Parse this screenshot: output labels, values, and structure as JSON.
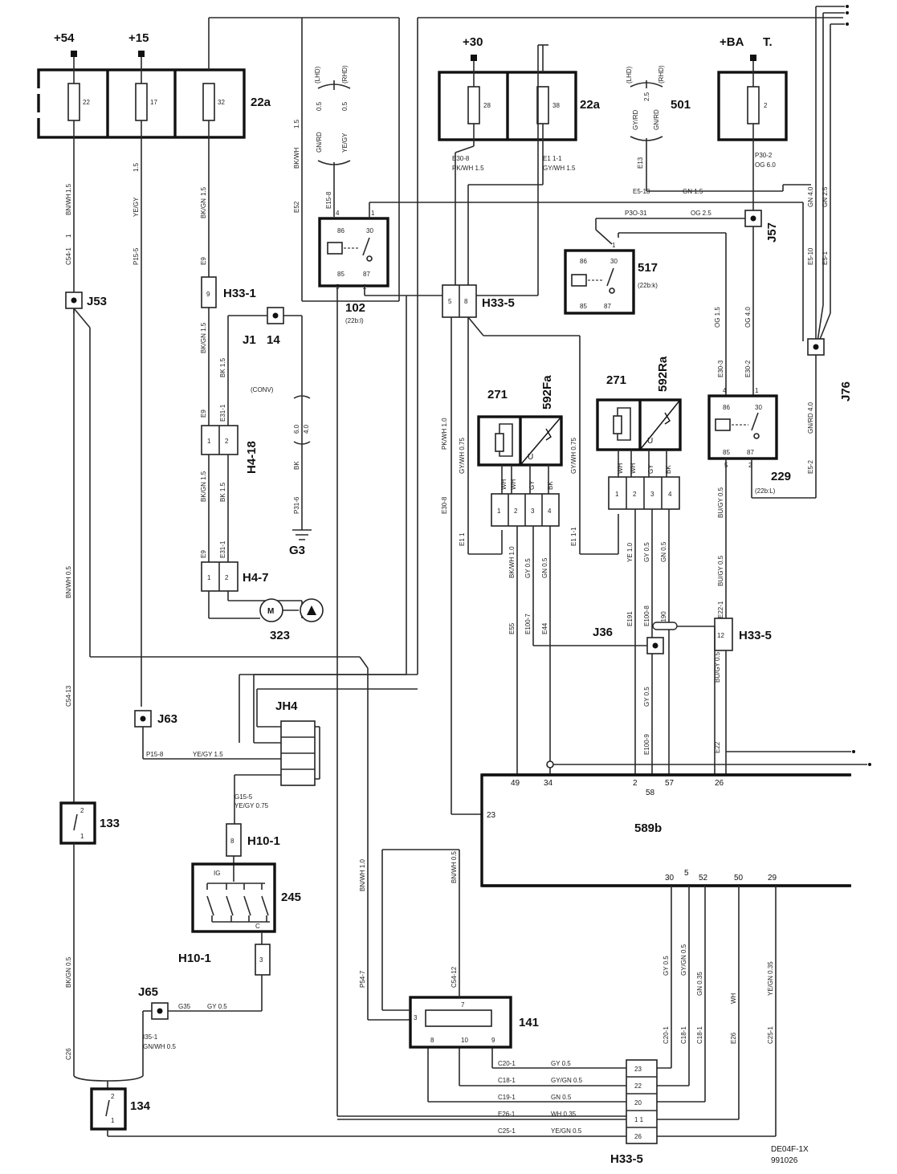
{
  "supplies": {
    "p54": "+54",
    "p15": "+15",
    "p30": "+30",
    "bat": "+BA",
    "bat_t": "T."
  },
  "fuse_boxes": {
    "left": {
      "label": "22a",
      "fuses": [
        "22",
        "17",
        "32"
      ]
    },
    "mid": {
      "label": "22a",
      "fuses": [
        "28",
        "38"
      ]
    },
    "right": {
      "fuses": [
        "2"
      ]
    },
    "ref_501": "501"
  },
  "components": {
    "c102": "102",
    "c102_sub": "(22b:l)",
    "c517": "517",
    "c517_sub": "(22b:k)",
    "c229": "229",
    "c229_sub": "(22b:L)",
    "c271a": "271",
    "c592fa": "592Fa",
    "c271b": "271",
    "c592ra": "592Ra",
    "c323": "323",
    "c589b": "589b",
    "c133": "133",
    "c134": "134",
    "c141": "141",
    "c245": "245",
    "c245_ig": "IG",
    "c245_c": "C",
    "motor_m": "M",
    "unit_u1": "U",
    "unit_u2": "U"
  },
  "connectors": {
    "h33_1": "H33-1",
    "h33_5a": "H33-5",
    "h33_5b": "H33-5",
    "h33_5c": "H33-5",
    "h4_18": "H4-18",
    "h4_7": "H4-7",
    "jh4": "JH4",
    "h10_1a": "H10-1",
    "h10_1b": "H10-1"
  },
  "junctions": {
    "j53": "J53",
    "j1": "J1",
    "j1_num": "14",
    "j57": "J57",
    "j76": "J76",
    "j36": "J36",
    "j63": "J63",
    "j65": "J65",
    "g3": "G3"
  },
  "wire_labels": {
    "bnwh_15": "1.5",
    "bnwh": "BN/WH",
    "c54_1": "C54-1",
    "one": "1",
    "yegy_15": "1.5",
    "yegy": "YE/GY",
    "p15_5": "P15-5",
    "bkgn_15": "1.5",
    "bkgn": "BK/GN",
    "e9": "E9",
    "lhd": "(LHD)",
    "rhd": "(RHD)",
    "v05a": "0.5",
    "v05b": "0.5",
    "gnrd": "GN/RD",
    "yegy2": "YE/GY",
    "bkwh_15": "1.5",
    "bkwh": "BK/WH",
    "e52": "E52",
    "e15_8": "E15-8",
    "e30_8": "E30-8",
    "pkwh_15": "PK/WH   1.5",
    "e1_11": "E1  1-1",
    "gywh_15": "GY/WH   1.5",
    "lhd2": "(LHD)",
    "rhd2": "(RHD)",
    "v25": "2.5",
    "gyrd": "GY/RD",
    "gnrd2": "GN/RD",
    "e13": "E13",
    "p30_2": "P30-2",
    "og_60": "OG   6.0",
    "e5_13": "E5-13",
    "gn_15": "GN      1.5",
    "p30_31": "P3O-31",
    "og_25": "OG      2.5",
    "gn_40": "GN  4.0",
    "gn_25": "GN  2.5",
    "e5_10": "E5-10",
    "e5_1": "E5-1",
    "conv": "(CONV)",
    "v60": "6.0",
    "v40": "4.0",
    "bk": "BK",
    "p31_6": "P31-6",
    "bk15a": "BK 1.5",
    "e31_1": "E31-1",
    "bkgn2": "BK/GN 1.5",
    "og15": "OG 1.5",
    "og40": "OG 4.0",
    "e30_3": "E30-3",
    "e30_2": "E30-2",
    "gnrd40": "GN/RD 4.0",
    "e5_2": "E5-2",
    "pkwh10": "PK/WH 1.0",
    "gywh075": "GY/WH 0.75",
    "e1_1": "E1  1",
    "gywh075b": "GY/WH 0.75",
    "e1_11b": "E1  1-1",
    "wh": "WH",
    "gy": "GY",
    "bk2": "BK",
    "bkwh10": "BK/WH 1.0",
    "gy05": "GY 0.5",
    "gn05": "GN 0.5",
    "e55": "E55",
    "e100_7": "E100-7",
    "e44": "E44",
    "ye10": "YE 1.0",
    "gy05b": "GY 0.5",
    "gn05b": "GN 0.5",
    "e191": "E191",
    "e100_8": "E100-8",
    "e190": "E190",
    "bugy05": "BU/GY 0.5",
    "e22_1": "E22-1",
    "bugy05b": "BU/GY 0.5",
    "e22": "E22",
    "gy05c": "GY 0.5",
    "e100_9": "E100-9",
    "bnwh05": "BN/WH 0.5",
    "c54_13": "C54-13",
    "p15_8": "P15-8",
    "yegy15": "YE/GY    1.5",
    "g15_5": "G15-5",
    "yegy075": "YE/GY    0.75",
    "bkgn05": "BK/GN 0.5",
    "c26": "C26",
    "g35": "G35",
    "gy05d": "GY     0.5",
    "i35_1": "I35-1",
    "gnwh05": "GN/WH      0.5",
    "bnwh10": "BN/WH 1.0",
    "p54_7": "P54-7",
    "bnwh05b": "BN/WH 0.5",
    "c54_12": "C54-12",
    "gy05e": "GY 0.5",
    "c20_1": "C20-1",
    "gygn05": "GY/GN 0.5",
    "c18_1": "C18-1",
    "gn035": "GN 0.35",
    "c18_1b": "C18-1",
    "wh_e26": "WH",
    "e26": "E26",
    "yegn035": "YE/GN 0.35",
    "c25_1": "C25-1",
    "r_c20": "C20-1",
    "r_gy": "GY      0.5",
    "r_c18": "C18-1",
    "r_gygn": "GY/GN       0.5",
    "r_c19": "C19-1",
    "r_gn": "GN      0.5",
    "r_e26": "E26-1",
    "r_wh": "WH      0.35",
    "r_c25": "C25-1",
    "r_yegn": "YE/GN         0.5"
  },
  "pins": {
    "p589b_top": [
      "49",
      "34",
      "2",
      "58",
      "57",
      "26"
    ],
    "p589b_left": "23",
    "p589b_bottom": [
      "30",
      "5",
      "52",
      "50",
      "29"
    ],
    "relay_pins": [
      "86",
      "30",
      "85",
      "87",
      "4",
      "1",
      "5",
      "2"
    ],
    "h33_5_bottom": [
      "23",
      "22",
      "20",
      "1 1",
      "26"
    ],
    "c141_pins": [
      "3",
      "7",
      "8",
      "10",
      "9"
    ],
    "h33_1_pin": "9",
    "h33_5a_pins": [
      "5",
      "8"
    ],
    "h33_5c_pin": "12",
    "h4_pins": [
      "1",
      "2"
    ],
    "h10_pin": "8",
    "h10b_pin": "3",
    "sw_pins": [
      "2",
      "1"
    ],
    "conn4": [
      "1",
      "2",
      "3",
      "4"
    ]
  },
  "footer": {
    "code": "DE04F-1X",
    "date": "991026"
  }
}
